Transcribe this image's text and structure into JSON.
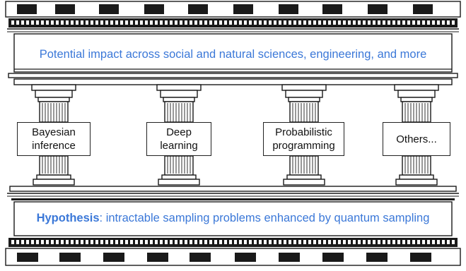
{
  "top_text": "Potential impact across social and natural sciences, engineering, and more",
  "pillars": [
    {
      "label": "Bayesian\ninference"
    },
    {
      "label": "Deep\nlearning"
    },
    {
      "label": "Probabilistic\nprogramming"
    },
    {
      "label": "Others..."
    }
  ],
  "bottom": {
    "emphasis": "Hypothesis",
    "text": ": intractable sampling problems enhanced by quantum sampling"
  },
  "colors": {
    "accent_text": "#3b78d8",
    "structure": "#1a1a1a",
    "fill": "#ffffff"
  }
}
